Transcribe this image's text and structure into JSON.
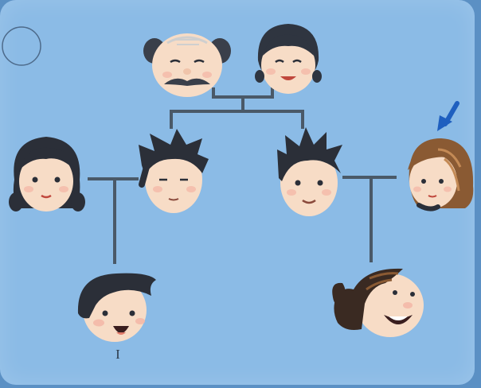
{
  "diagram": {
    "type": "family-tree",
    "generations": [
      {
        "members": [
          "grandfather",
          "grandmother"
        ]
      },
      {
        "members": [
          "aunt",
          "uncle",
          "father",
          "mother"
        ]
      },
      {
        "members": [
          "cousin-boy",
          "me-girl"
        ]
      }
    ],
    "highlight": {
      "member": "mother",
      "marker": "arrow",
      "color": "#1f5fbf"
    },
    "caption": "I"
  },
  "colors": {
    "card": "#8bbbe6",
    "line": "#4a5968",
    "skin": "#f7dcc6",
    "hair_dark": "#2b2f38",
    "hair_brown": "#8a5a33",
    "arrow": "#1f5fbf"
  }
}
